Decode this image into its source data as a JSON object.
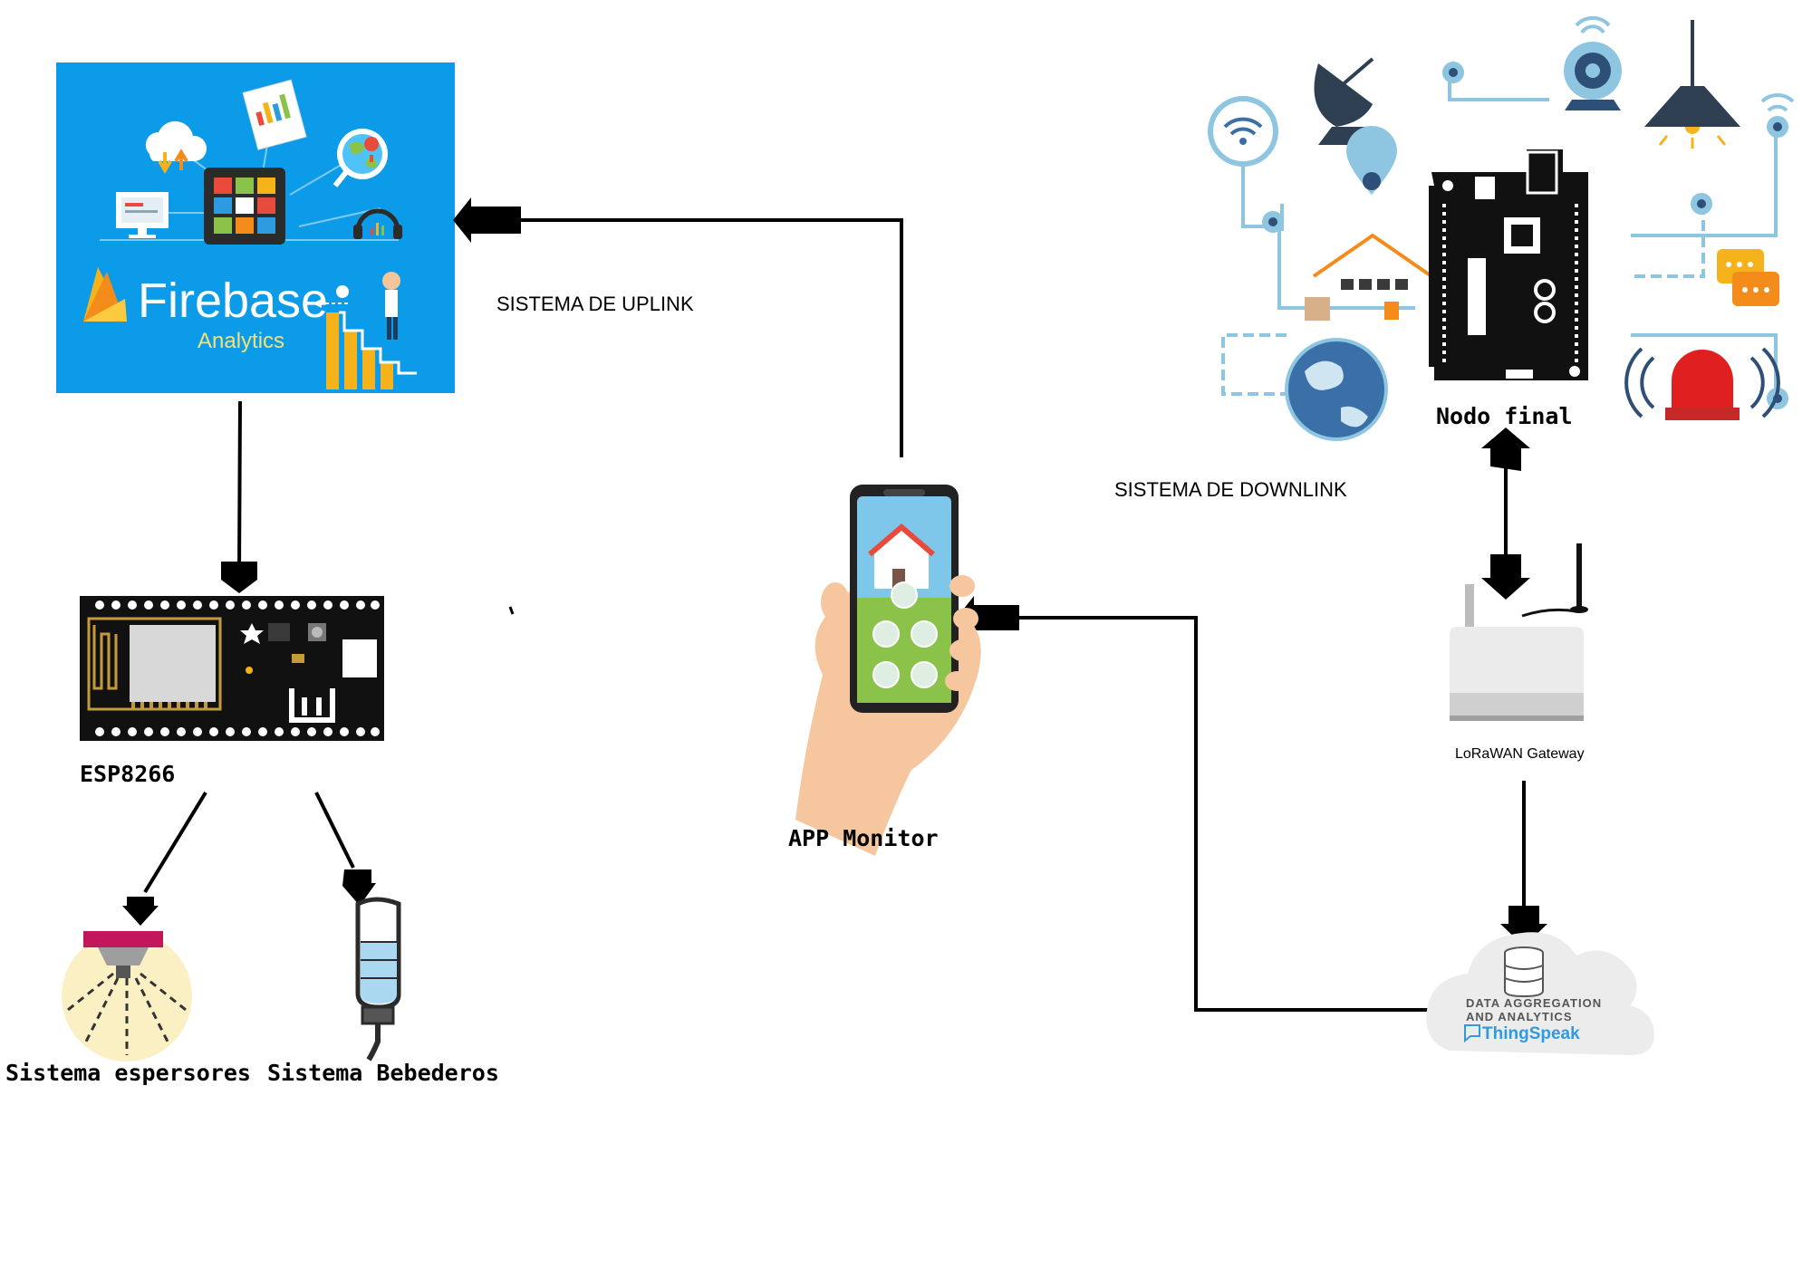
{
  "firebase": {
    "title": "Firebase",
    "subtitle": "Analytics"
  },
  "labels": {
    "uplink": "SISTEMA DE UPLINK",
    "downlink": "SISTEMA DE DOWNLINK",
    "esp": "ESP8266",
    "app": "APP Monitor",
    "node": "Nodo final",
    "gateway": "LoRaWAN Gateway",
    "sprinklers": "Sistema espersores",
    "drinkers": "Sistema Bebederos"
  },
  "thingspeak": {
    "line1": "DATA AGGREGATION",
    "line2": "AND ANALYTICS",
    "brand": "ThingSpeak"
  },
  "colors": {
    "firebase_bg": "#0b9be8",
    "firebase_yellow": "#f6b21b",
    "firebase_orange": "#f38c1a",
    "board": "#111111",
    "iot_blue": "#8ec6e2",
    "cloud": "#eceded",
    "alarm": "#e02020"
  }
}
